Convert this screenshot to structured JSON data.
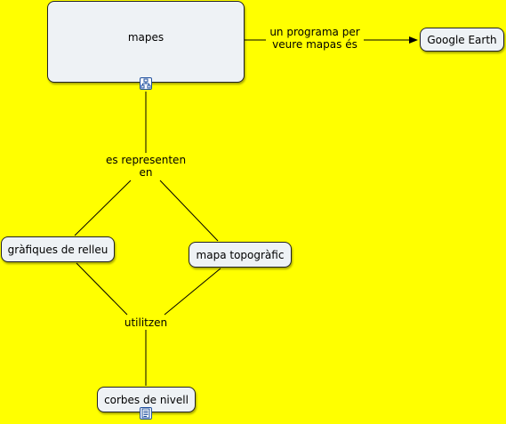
{
  "concepts": {
    "mapes": "mapes",
    "google_earth": "Google Earth",
    "grafiques_relleu": "gràfiques de relleu",
    "mapa_topografic": "mapa topogràfic",
    "corbes_nivell": "corbes de nivell"
  },
  "links": {
    "un_programa_line1": "un programa per",
    "un_programa_line2": "veure mapas és",
    "es_representen_line1": "es representen",
    "es_representen_line2": "en",
    "utilitzen": "utilitzen"
  },
  "icons": {
    "mapes_icon": "concept-map-icon",
    "corbes_icon": "document-icon"
  },
  "colors": {
    "background": "#ffff00",
    "node_fill": "#eef2f5",
    "node_border": "#222222",
    "icon_border": "#1e4f9e"
  }
}
